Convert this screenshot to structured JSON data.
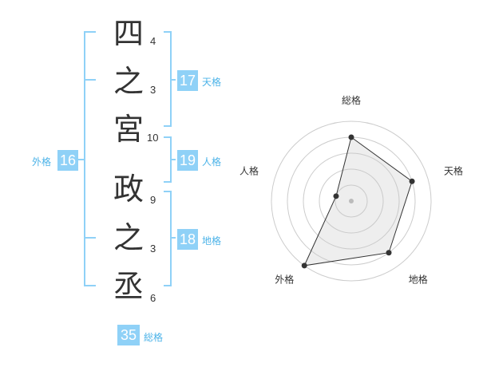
{
  "name_chars": [
    {
      "char": "四",
      "strokes": "4"
    },
    {
      "char": "之",
      "strokes": "3"
    },
    {
      "char": "宮",
      "strokes": "10"
    },
    {
      "char": "政",
      "strokes": "9"
    },
    {
      "char": "之",
      "strokes": "3"
    },
    {
      "char": "丞",
      "strokes": "6"
    }
  ],
  "fortunes": {
    "tenkaku": {
      "value": "17",
      "label": "天格"
    },
    "jinkaku": {
      "value": "19",
      "label": "人格"
    },
    "chikaku": {
      "value": "18",
      "label": "地格"
    },
    "gaikaku": {
      "value": "16",
      "label": "外格"
    },
    "soukaku": {
      "value": "35",
      "label": "総格"
    }
  },
  "colors": {
    "accent": "#8fd1f7",
    "accent_text": "#4cb3e8",
    "text": "#333333",
    "grid": "#cccccc"
  },
  "chart_data": {
    "type": "radar",
    "axes": [
      "総格",
      "天格",
      "地格",
      "外格",
      "人格"
    ],
    "values": [
      4,
      4,
      4,
      5,
      1
    ],
    "max": 5,
    "rings": 5
  }
}
